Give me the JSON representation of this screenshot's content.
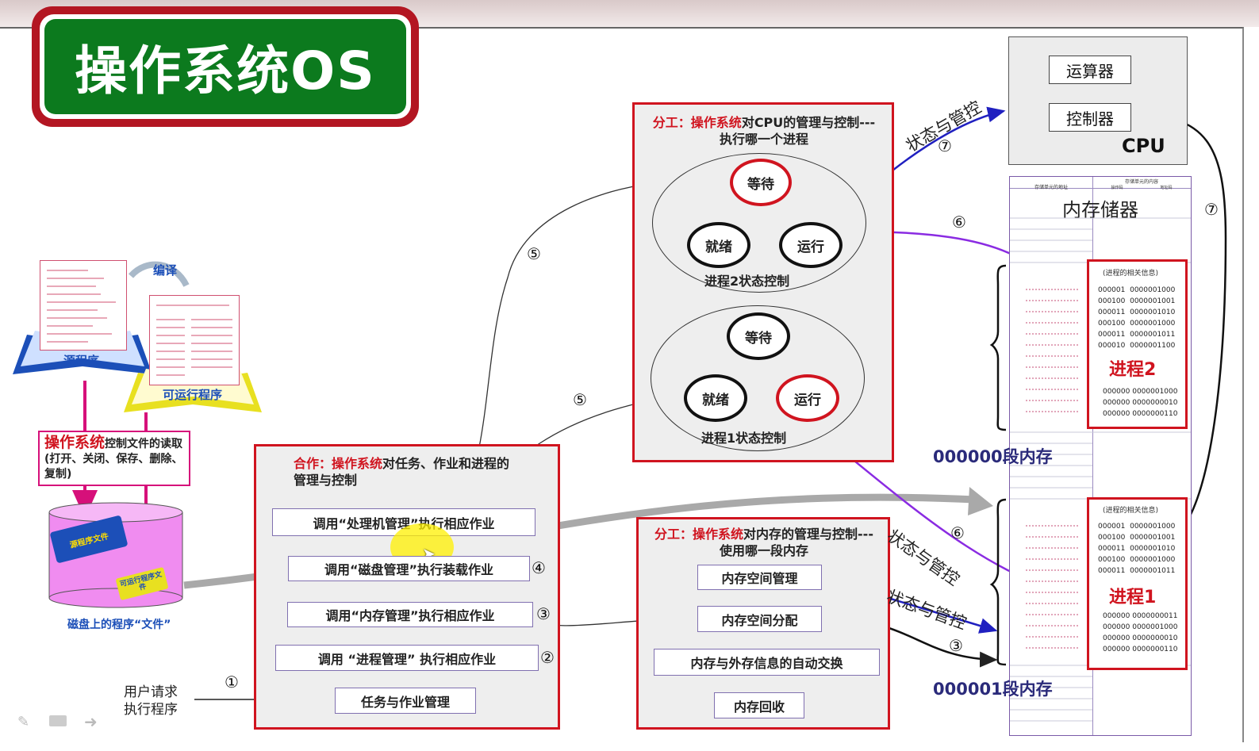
{
  "title": "操作系统OS",
  "cpu": {
    "label": "CPU",
    "alu": "运算器",
    "controller": "控制器"
  },
  "memory": {
    "title": "内存储器",
    "header_col1": "存储单元的地址",
    "header_col2": "存储单元的内容",
    "header_sub1": "操作码",
    "header_sub2": "地址码",
    "process2_info": "(进程的相关信息)",
    "process2_label": "进程2",
    "process2_rows": [
      [
        "000001",
        "0000001000"
      ],
      [
        "000100",
        "0000001001"
      ],
      [
        "000011",
        "0000001010"
      ],
      [
        "000100",
        "0000001000"
      ],
      [
        "000011",
        "0000001011"
      ],
      [
        "000010",
        "0000001100"
      ]
    ],
    "process2_rows_b": [
      "000000 0000001000",
      "000000 0000000010",
      "000000 0000000110"
    ],
    "process1_info": "(进程的相关信息)",
    "process1_label": "进程1",
    "process1_rows": [
      [
        "000001",
        "0000001000"
      ],
      [
        "000100",
        "0000001001"
      ],
      [
        "000011",
        "0000001010"
      ],
      [
        "000100",
        "0000001000"
      ],
      [
        "000011",
        "0000001011"
      ]
    ],
    "process1_rows_b": [
      "000000 0000000011",
      "000000 0000001000",
      "000000 0000000010",
      "000000 0000000110"
    ],
    "seg0": "000000段内存",
    "seg1": "000001段内存"
  },
  "cpu_box": {
    "title_red": "分工：操作系统",
    "title_rest": "对CPU的管理与控制---执行哪一个进程",
    "proc2": {
      "wait": "等待",
      "ready": "就绪",
      "run": "运行",
      "caption": "进程2状态控制"
    },
    "proc1": {
      "wait": "等待",
      "ready": "就绪",
      "run": "运行",
      "caption": "进程1状态控制"
    }
  },
  "mem_box": {
    "title_red": "分工：操作系统",
    "title_rest": "对内存的管理与控制---使用哪一段内存",
    "items": [
      "内存空间管理",
      "内存空间分配",
      "内存与外存信息的自动交换",
      "内存回收"
    ]
  },
  "coop_box": {
    "title_red1": "合作：",
    "title_red2": "操作系统",
    "title_rest": "对任务、作业和进程的管理与控制",
    "items": [
      "调用“处理机管理”执行相应作业",
      "调用“磁盘管理”执行装载作业",
      "调用“内存管理”执行相应作业",
      "调用 “进程管理”  执行相应作业",
      "任务与作业管理"
    ]
  },
  "file_box": {
    "title_red": "操作系统",
    "title_rest": "控制文件的读取(打开、关闭、保存、删除、复制)"
  },
  "books": {
    "source": "源程序",
    "compile": "编译",
    "executable": "可运行程序"
  },
  "disk": {
    "book1": "源程序文件",
    "book2": "可运行程序文件",
    "caption": "磁盘上的程序“文件”"
  },
  "user_request": [
    "用户请求",
    "执行程序"
  ],
  "labels": {
    "state_control": "状态与管控"
  },
  "nums": {
    "n1": "①",
    "n2": "②",
    "n3": "③",
    "n4": "④",
    "n5": "⑤",
    "n6": "⑥",
    "n7": "⑦"
  },
  "colors": {
    "accent_red": "#d0141f",
    "title_green": "#0c7a1e",
    "arrow_blue": "#2020c0",
    "arrow_purple": "#8a2be2"
  }
}
